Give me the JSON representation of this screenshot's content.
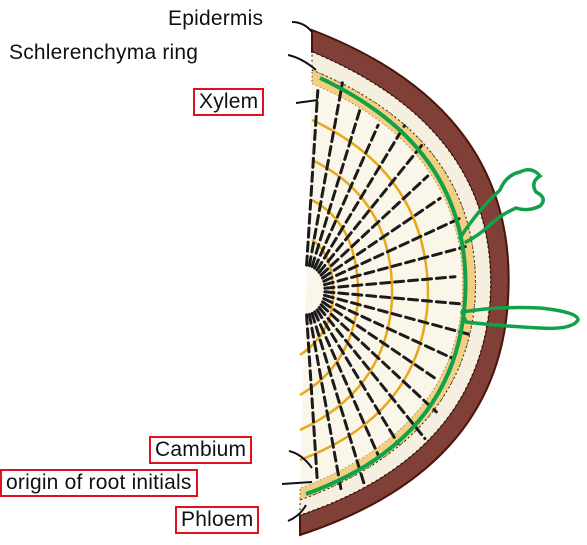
{
  "labels": {
    "epidermis": "Epidermis",
    "schlerenchyma": "Schlerenchyma ring",
    "xylem": "Xylem",
    "cambium": "Cambium",
    "root_initials": "origin of root initials",
    "phloem": "Phloem"
  },
  "colors": {
    "epidermis_brown": "#6b1f14",
    "xylem_yellow": "#e8a81c",
    "cambium_green": "#12a14a",
    "ray_black": "#1b1b1b",
    "highlight_red": "#e0101e"
  }
}
